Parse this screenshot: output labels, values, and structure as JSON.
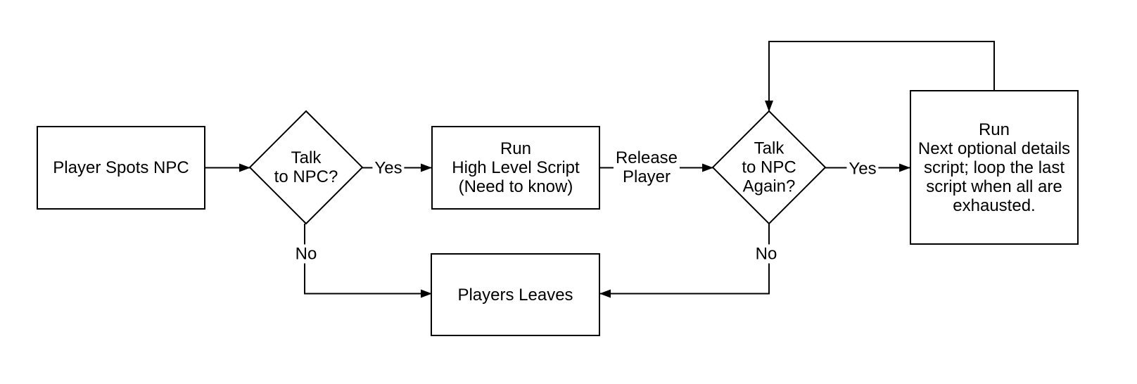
{
  "diagram": {
    "background_color": "#ffffff",
    "stroke_color": "#000000",
    "text_color": "#000000",
    "nodes": {
      "player_spots_npc": {
        "type": "process",
        "label": "Player Spots NPC"
      },
      "talk_to_npc": {
        "type": "decision",
        "label": "Talk\nto NPC?"
      },
      "run_high_level_script": {
        "type": "process",
        "label": "Run\nHigh Level Script\n(Need to know)"
      },
      "talk_to_npc_again": {
        "type": "decision",
        "label": "Talk\nto NPC\nAgain?"
      },
      "run_next_optional_details": {
        "type": "process",
        "label": "Run\nNext optional details\nscript; loop the last\nscript when all are\nexhausted."
      },
      "players_leaves": {
        "type": "process",
        "label": "Players Leaves"
      }
    },
    "edge_labels": {
      "yes_1": "Yes",
      "no_1": "No",
      "release_player": "Release\nPlayer",
      "yes_2": "Yes",
      "no_2": "No"
    }
  }
}
